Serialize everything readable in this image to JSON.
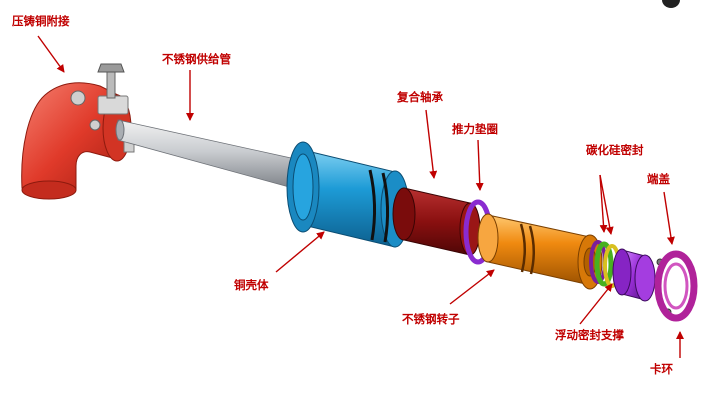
{
  "labels": {
    "pressure_cast_copper_fitting": "压铸铜附接",
    "stainless_supply_pipe": "不锈钢供给管",
    "composite_bearing": "复合轴承",
    "thrust_washer": "推力垫圈",
    "silicon_carbide_seal": "碳化硅密封",
    "end_cap": "端盖",
    "copper_shell": "铜壳体",
    "stainless_rotor": "不锈钢转子",
    "floating_seal_support": "浮动密封支撑",
    "snap_ring": "卡环"
  },
  "colors": {
    "label_red": "#c00000",
    "fitting_red": "#e03a2a",
    "pipe_gray": "#b9bcc0",
    "shell_blue": "#1d9bd6",
    "bearing_darkred": "#8a1010",
    "washer_purple": "#8a2bd0",
    "rotor_orange": "#f08a10",
    "seal_green": "#48b020",
    "seal_yellow": "#d8c020",
    "endcap_purple": "#9a2ed8",
    "snapring_magenta": "#b0229a"
  }
}
